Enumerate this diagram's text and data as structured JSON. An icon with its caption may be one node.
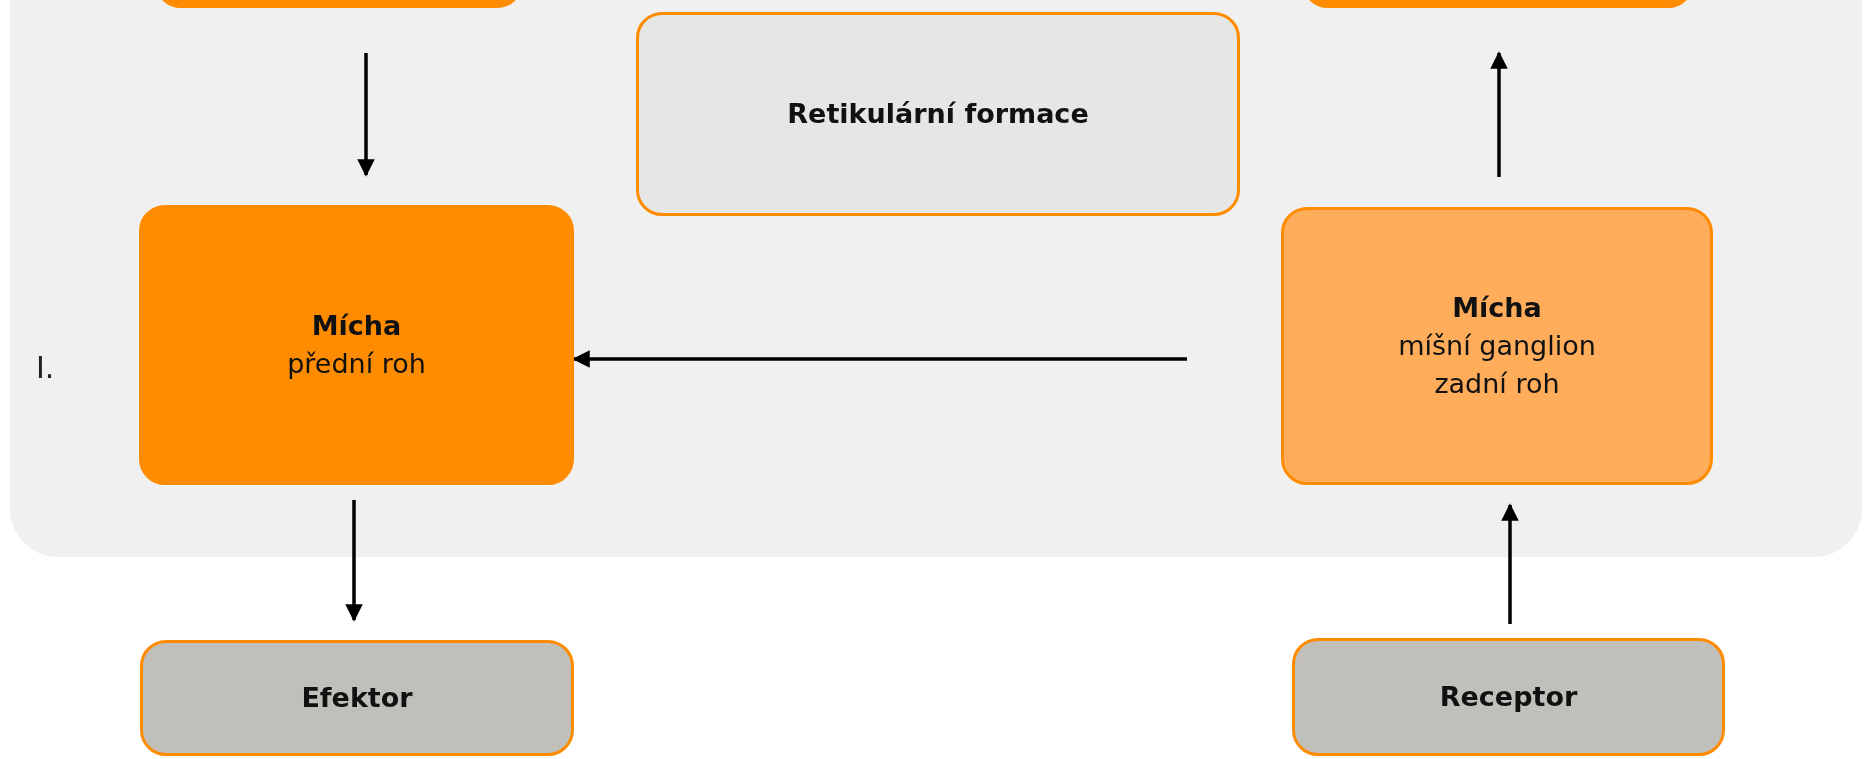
{
  "diagram": {
    "nodes": [
      {
        "text": [],
        "shape": "box"
      },
      {
        "text": [],
        "shape": "box"
      },
      {
        "text": [
          "Retikulární formace"
        ]
      },
      {
        "text": [
          "Mícha",
          "přední roh"
        ]
      },
      {
        "text": [
          "Mícha",
          "míšní ganglion zadní roh"
        ]
      },
      {
        "text": [
          "Efektor"
        ]
      },
      {
        "text": [
          "Receptor"
        ]
      }
    ],
    "edges": [
      {
        "from": 0,
        "to": 3,
        "arrow": "to"
      },
      {
        "from": 4,
        "to": 1,
        "arrow": "to"
      },
      {
        "from": 4,
        "to": 3,
        "arrow": "to"
      },
      {
        "from": 3,
        "to": 5,
        "arrow": "to"
      },
      {
        "from": 6,
        "to": 4,
        "arrow": "to"
      }
    ],
    "labels": [
      "I."
    ]
  }
}
